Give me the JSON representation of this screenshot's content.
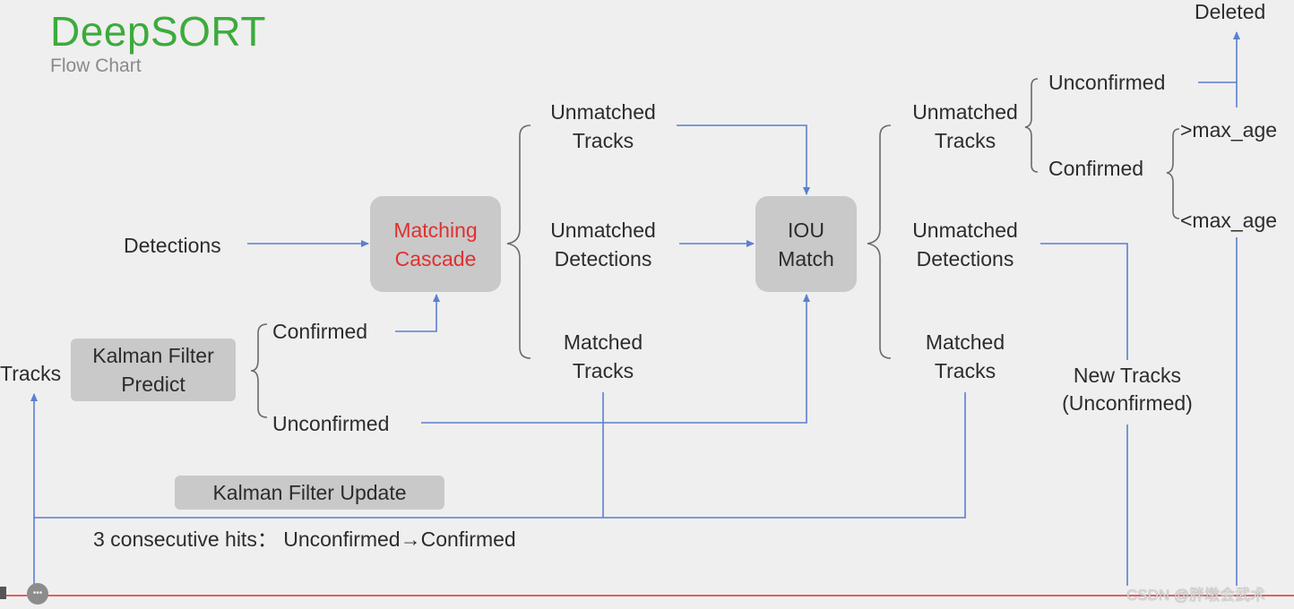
{
  "title": "DeepSORT",
  "subtitle": "Flow Chart",
  "nodes": {
    "detections": "Detections",
    "tracks": "Tracks",
    "kalman_predict_1": "Kalman Filter",
    "kalman_predict_2": "Predict",
    "confirmed_left": "Confirmed",
    "unconfirmed_left": "Unconfirmed",
    "matching_cascade_1": "Matching",
    "matching_cascade_2": "Cascade",
    "mc_unmatched_tracks_1": "Unmatched",
    "mc_unmatched_tracks_2": "Tracks",
    "mc_unmatched_det_1": "Unmatched",
    "mc_unmatched_det_2": "Detections",
    "mc_matched_tracks_1": "Matched",
    "mc_matched_tracks_2": "Tracks",
    "iou_1": "IOU",
    "iou_2": "Match",
    "iou_unmatched_tracks_1": "Unmatched",
    "iou_unmatched_tracks_2": "Tracks",
    "iou_unmatched_det_1": "Unmatched",
    "iou_unmatched_det_2": "Detections",
    "iou_matched_tracks_1": "Matched",
    "iou_matched_tracks_2": "Tracks",
    "unconfirmed_right": "Unconfirmed",
    "confirmed_right": "Confirmed",
    "gt_max_age": ">max_age",
    "lt_max_age": "<max_age",
    "deleted": "Deleted",
    "new_tracks_1": "New Tracks",
    "new_tracks_2": "(Unconfirmed)",
    "kalman_update": "Kalman Filter Update",
    "hits_note": "3 consecutive hits：  Unconfirmed→Confirmed"
  },
  "watermark": "CSDN @胖墩会武术",
  "colors": {
    "title": "#3cab3c",
    "arrow": "#5b7fd0",
    "box": "#c9c9c9",
    "cascade_text": "#e0302f",
    "progress": "#e06060"
  }
}
